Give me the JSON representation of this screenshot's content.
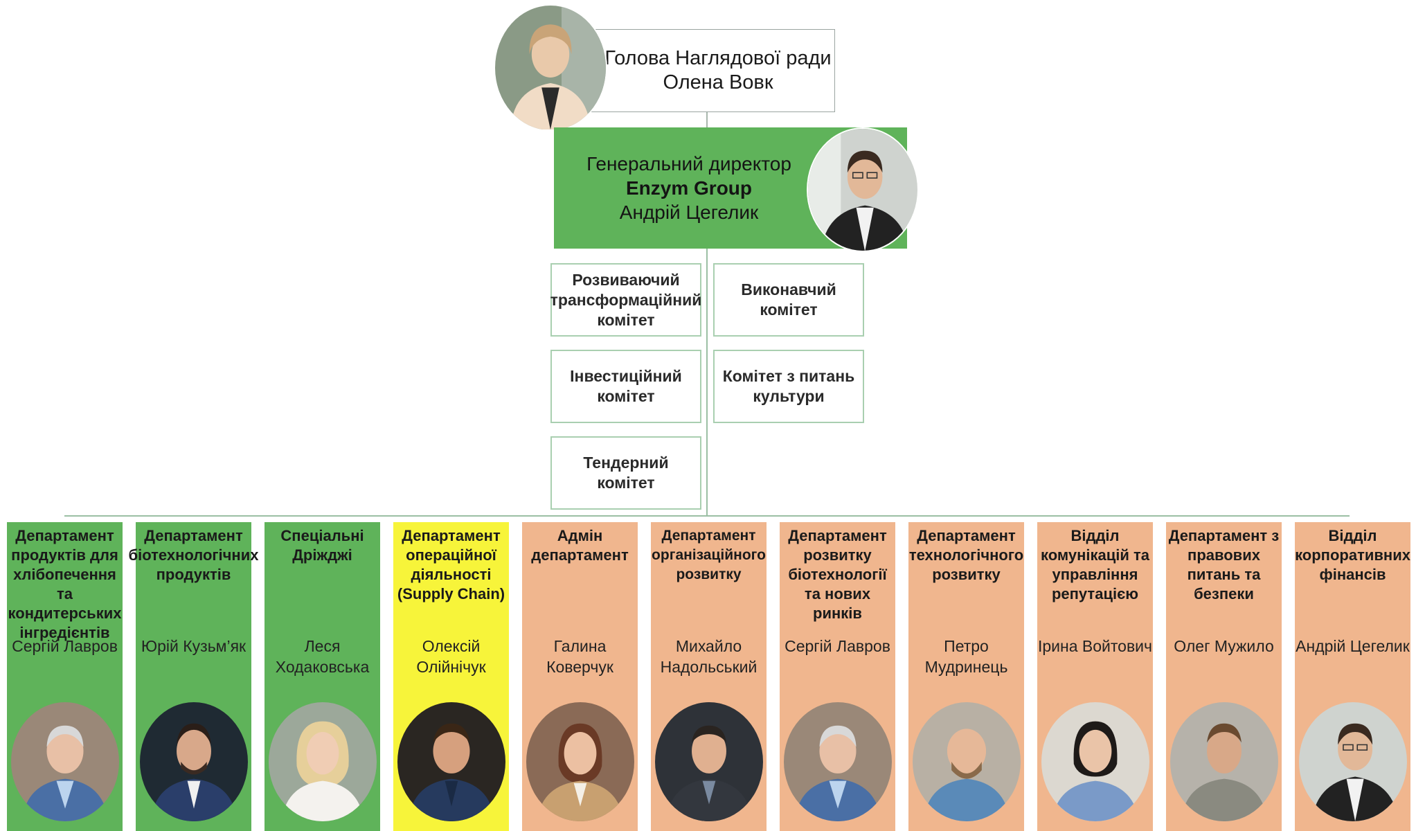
{
  "chairman": {
    "title": "Голова Наглядової ради",
    "name": "Олена Вовк"
  },
  "ceo": {
    "title": "Генеральний директор",
    "company": "Enzym Group",
    "name": "Андрій Цегелик"
  },
  "committees": [
    "Розвиваючий трансформаційний комітет",
    "Виконавчий комітет",
    "Інвестиційний комітет",
    "Комітет з питань культури",
    "Тендерний комітет"
  ],
  "departments": [
    {
      "title": "Департамент продуктів для хлібопечення та кондитерських інгредієнтів",
      "head": "Сергій Лавров",
      "color": "#5fb35a"
    },
    {
      "title": "Департамент біотехнологічних продуктів",
      "head": "Юрій Кузьм’як",
      "color": "#5fb35a"
    },
    {
      "title": "Спеціальні Дріжджі",
      "head": "Леся Ходаковська",
      "color": "#5fb35a"
    },
    {
      "title": "Департамент операційної діяльності (Supply Chain)",
      "head": "Олексій Олійнічук",
      "color": "#f7f43a"
    },
    {
      "title": "Адмін департамент",
      "head": "Галина Коверчук",
      "color": "#f0b68e"
    },
    {
      "title": "Департамент організаційного розвитку",
      "head": "Михайло Надольський",
      "color": "#f0b68e"
    },
    {
      "title": "Департамент розвитку біотехнології та нових ринків",
      "head": "Сергій Лавров",
      "color": "#f0b68e"
    },
    {
      "title": "Департамент технологічного розвитку",
      "head": "Петро Мудринець",
      "color": "#f0b68e"
    },
    {
      "title": "Відділ комунікацій та управління репутацією",
      "head": "Ірина Войтович",
      "color": "#f0b68e"
    },
    {
      "title": "Департамент з правових питань та безпеки",
      "head": "Олег Мужило",
      "color": "#f0b68e"
    },
    {
      "title": "Відділ корпоративних фінансів",
      "head": "Андрій Цегелик",
      "color": "#f0b68e"
    }
  ]
}
